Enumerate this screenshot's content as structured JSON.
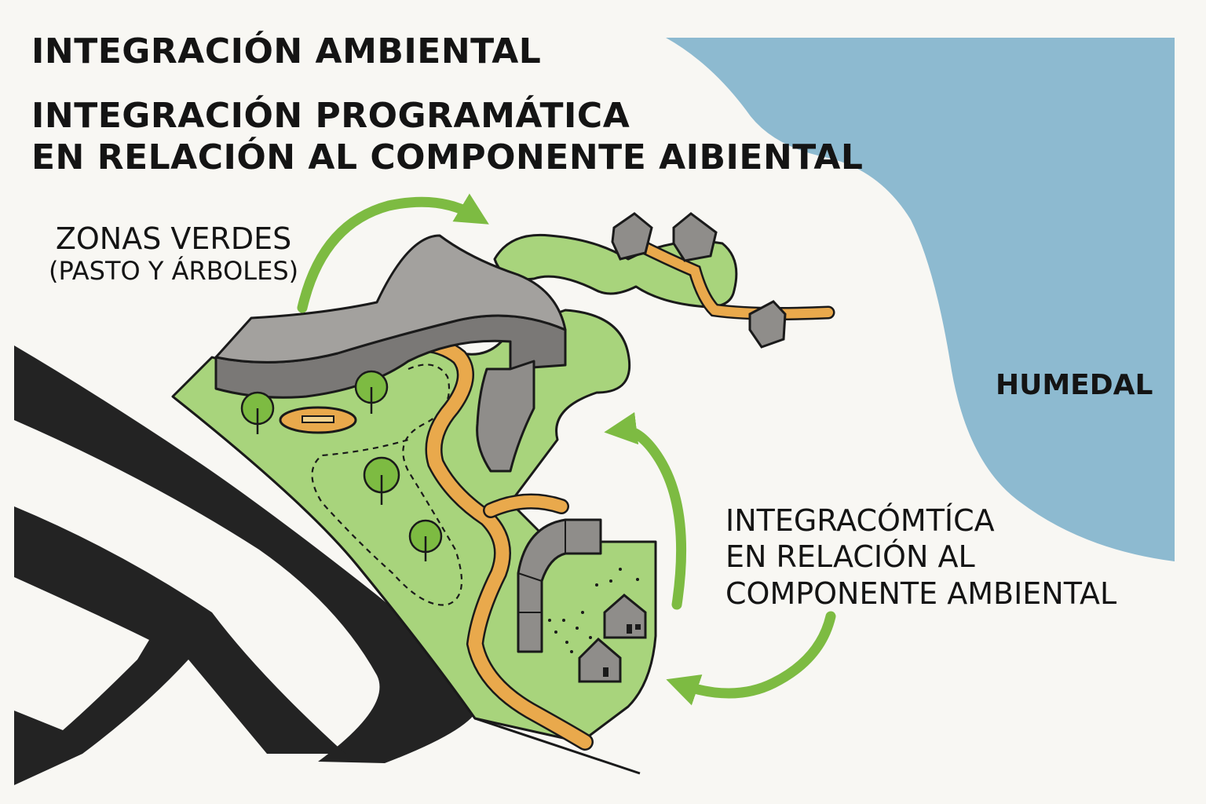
{
  "title": {
    "main": "INTEGRACIÓN AMBIENTAL",
    "sub_line1": "INTEGRACIÓN PROGRAMÁTICA",
    "sub_line2": "EN RELACIÓN AL COMPONENTE AIBIENTAL"
  },
  "labels": {
    "zonas_line1": "ZONAS VERDES",
    "zonas_line2": "(PASTO Y ÁRBOLES)",
    "humedal": "HUMEDAL",
    "integ_line1": "INTEGRACÓMTÍCA",
    "integ_line2": "EN RELACIÓN AL",
    "integ_line3": "COMPONENTE AMBIENTAL"
  },
  "colors": {
    "background": "#f8f7f3",
    "water": "#8dbad0",
    "green_area": "#a8d47c",
    "arrow_green": "#7dbb42",
    "path_orange": "#e9a94c",
    "building_gray": "#8f8d8a",
    "road_black": "#232323"
  }
}
